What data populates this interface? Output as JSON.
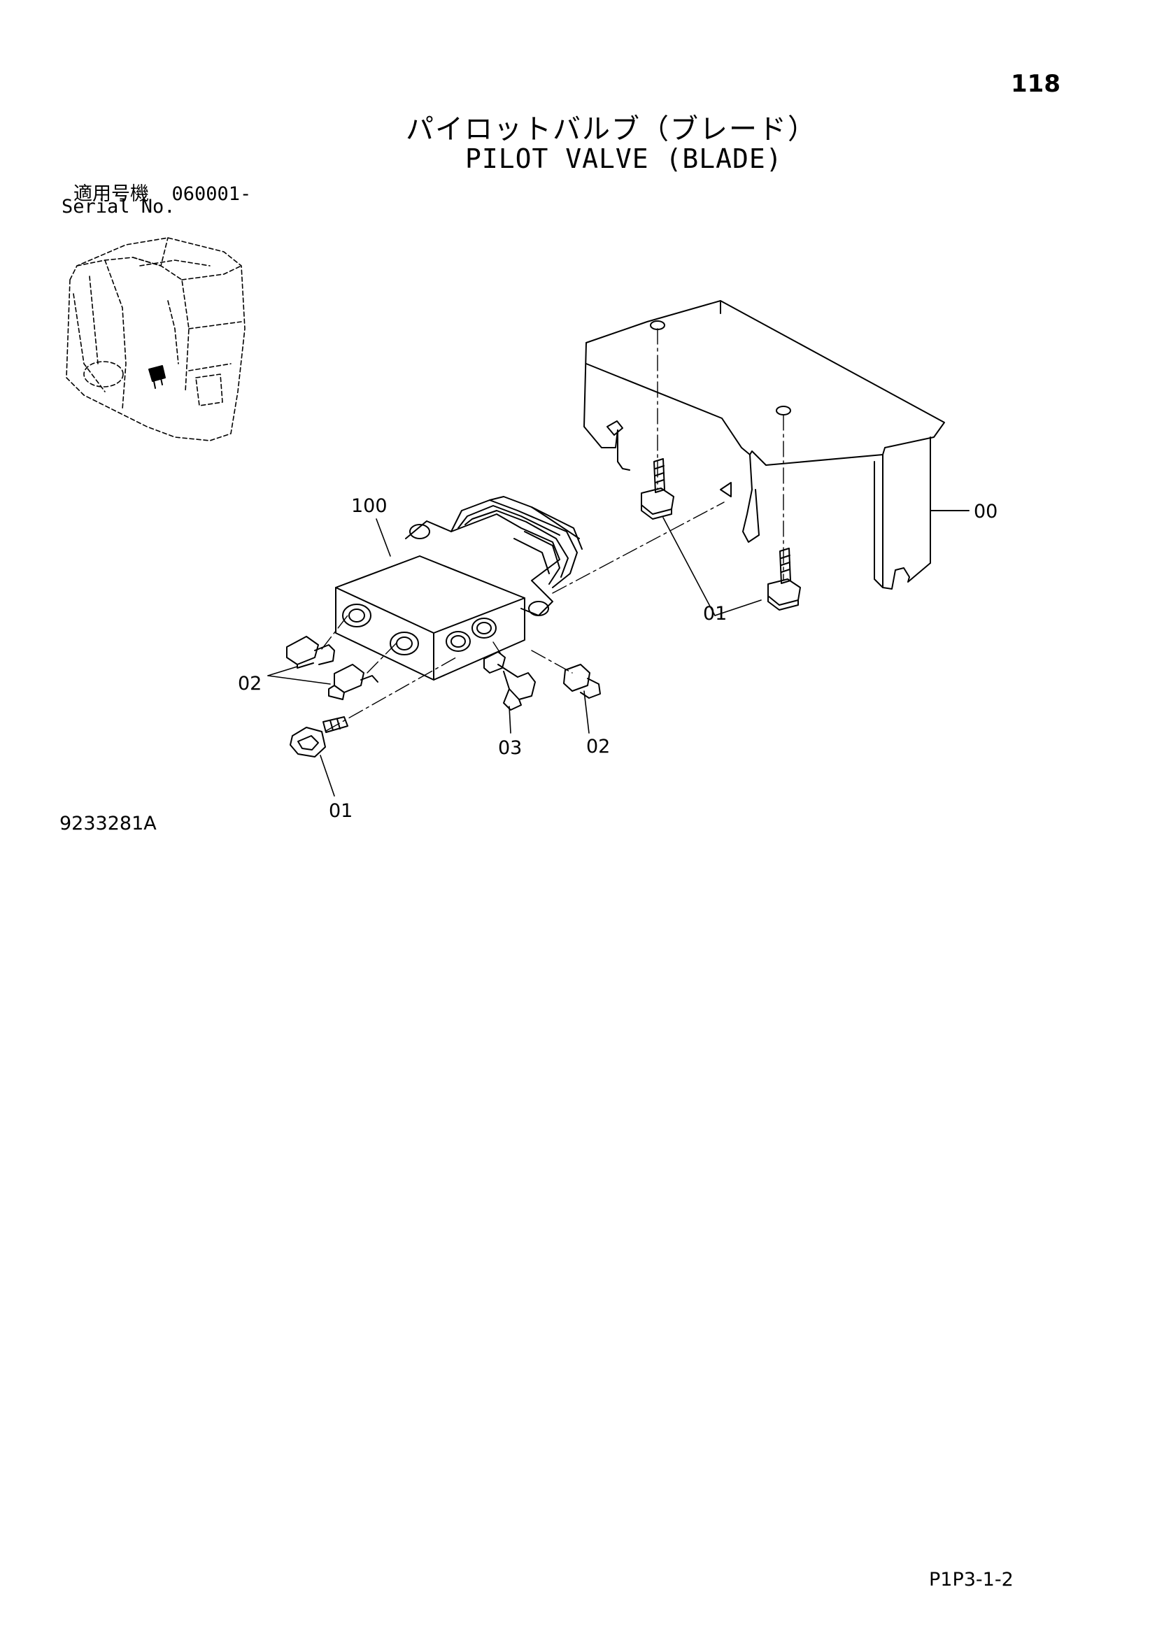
{
  "header": {
    "page_number": "118",
    "title_jp": "パイロットバルブ（ブレード）",
    "title_en": "PILOT VALVE (BLADE)"
  },
  "serial": {
    "label_jp": "適用号機",
    "value": "060001-",
    "label_en": "Serial No."
  },
  "callouts": {
    "valve": "100",
    "bracket": "00",
    "bolt_upper": "01",
    "bolt_lower": "01",
    "fittings_left": "02",
    "fitting_right": "02",
    "elbow": "03"
  },
  "footer": {
    "drawing_number": "9233281A",
    "page_code": "P1P3-1-2"
  }
}
